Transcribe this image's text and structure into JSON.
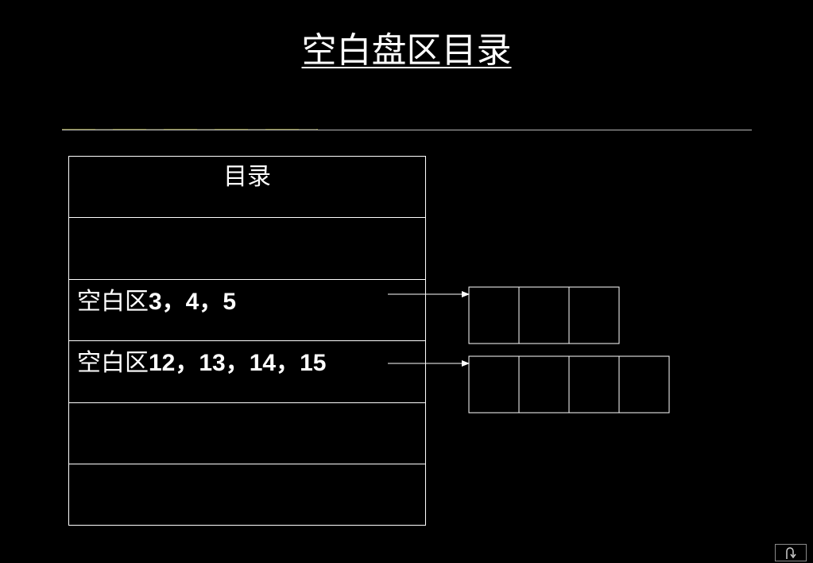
{
  "title": "空白盘区目录",
  "directory": {
    "header": "目录",
    "rows": [
      {
        "prefix": "",
        "numbers": ""
      },
      {
        "prefix": "空白区",
        "numbers": "3，4，5"
      },
      {
        "prefix": "空白区",
        "numbers": "12，13，14，15"
      },
      {
        "prefix": "",
        "numbers": ""
      },
      {
        "prefix": "",
        "numbers": ""
      }
    ]
  },
  "block_groups": [
    {
      "blocks": 3
    },
    {
      "blocks": 4
    }
  ],
  "nav": {
    "icon": "return-icon"
  },
  "colors": {
    "background": "#000000",
    "foreground": "#ffffff"
  }
}
